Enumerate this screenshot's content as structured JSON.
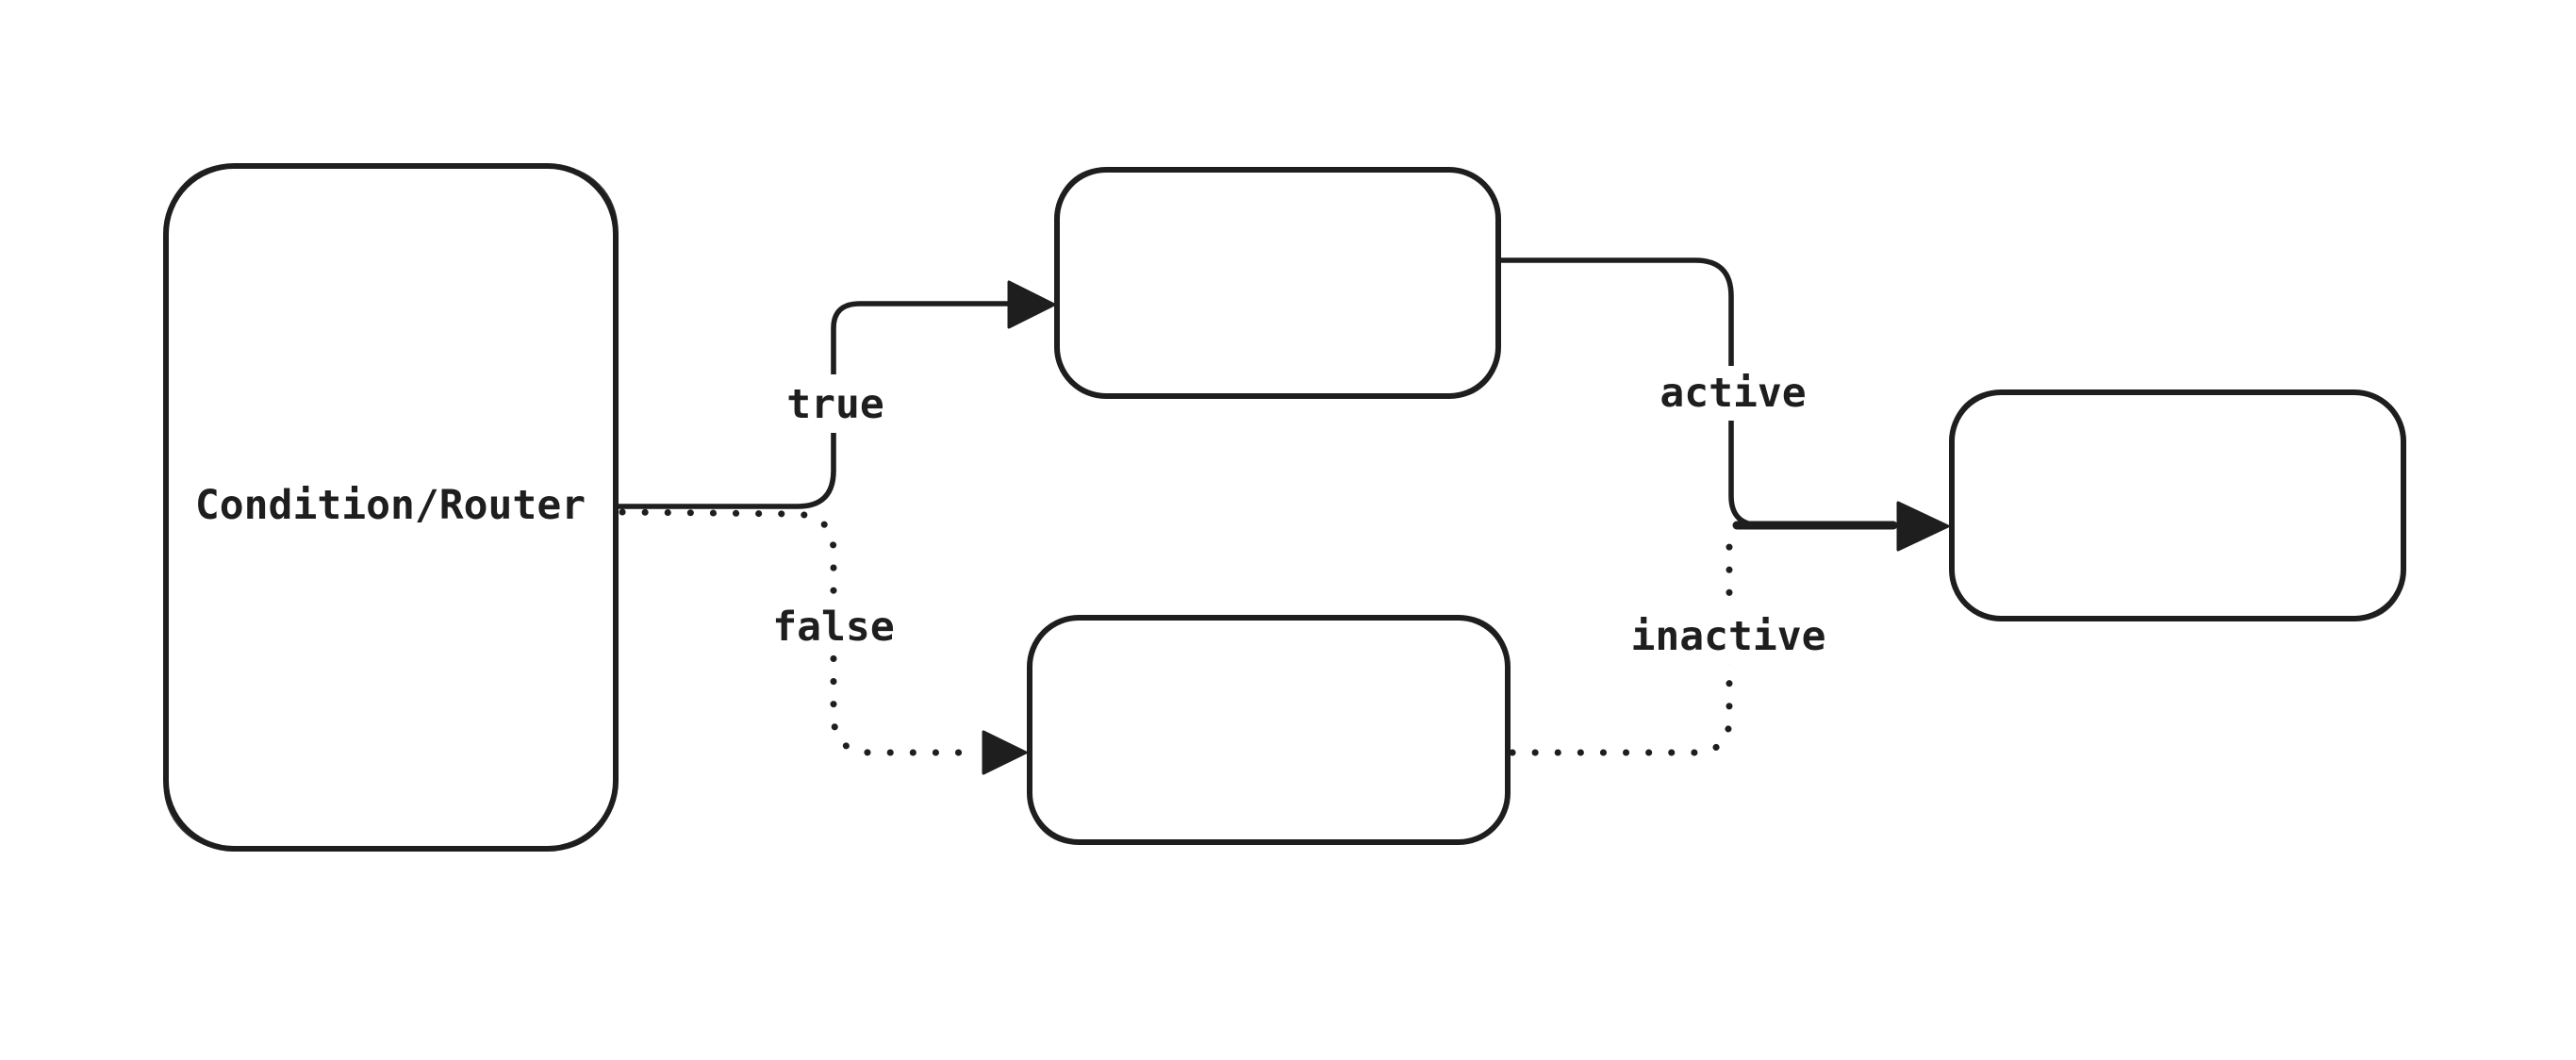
{
  "diagram": {
    "background_color": "#ffffff",
    "stroke_color": "#1e1e1e",
    "nodes": {
      "condition_router": {
        "label": "Condition/Router"
      },
      "true_branch": {
        "label": ""
      },
      "false_branch": {
        "label": ""
      },
      "result": {
        "label": ""
      }
    },
    "edges": {
      "true": {
        "label": "true",
        "style": "solid-arrow"
      },
      "false": {
        "label": "false",
        "style": "dotted-arrow"
      },
      "active": {
        "label": "active",
        "style": "solid-arrow"
      },
      "inactive": {
        "label": "inactive",
        "style": "dotted"
      }
    }
  }
}
